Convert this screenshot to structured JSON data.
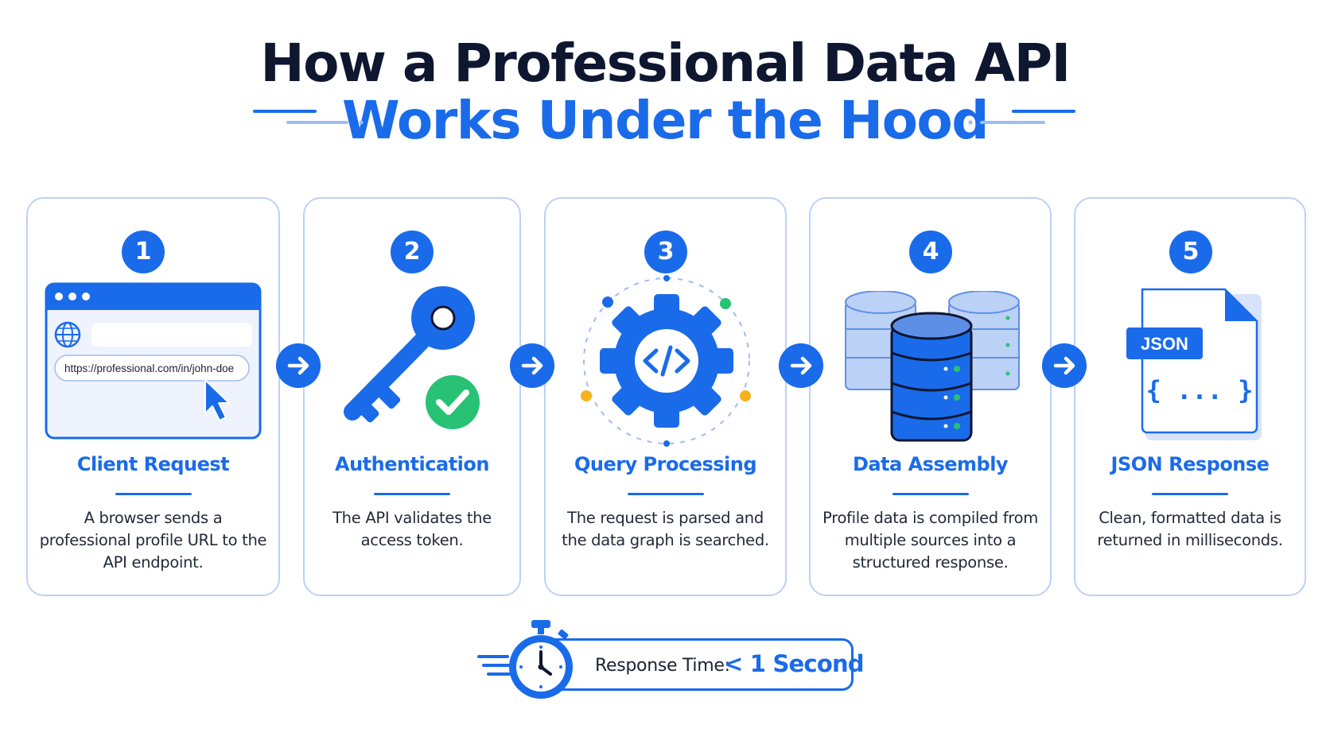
{
  "title": {
    "line1": "How a Professional Data API",
    "line2": "Works Under the Hood"
  },
  "steps": [
    {
      "number": "1",
      "title": "Client Request",
      "description": "A browser sends a professional profile URL to the API endpoint.",
      "icon": "browser-window-icon",
      "url": "https://professional.com/in/john-doe"
    },
    {
      "number": "2",
      "title": "Authentication",
      "description": "The API validates the access token.",
      "icon": "key-check-icon"
    },
    {
      "number": "3",
      "title": "Query Processing",
      "description": "The request is parsed and the data graph is searched.",
      "icon": "code-gear-icon"
    },
    {
      "number": "4",
      "title": "Data Assembly",
      "description": "Profile data is compiled from multiple sources into a structured response.",
      "icon": "database-icon"
    },
    {
      "number": "5",
      "title": "JSON Response",
      "description": "Clean, formatted data is returned in milliseconds.",
      "icon": "json-file-icon",
      "file_badge": "JSON",
      "file_body": "{ ... }"
    }
  ],
  "response_time": {
    "label": "Response Time:",
    "value": "< 1 Second",
    "icon": "stopwatch-icon"
  },
  "colors": {
    "primary": "#1a6bea",
    "heading": "#0f1630",
    "card_border": "#bcd1f6",
    "success": "#27c274",
    "accent_yellow": "#f6b21b"
  }
}
